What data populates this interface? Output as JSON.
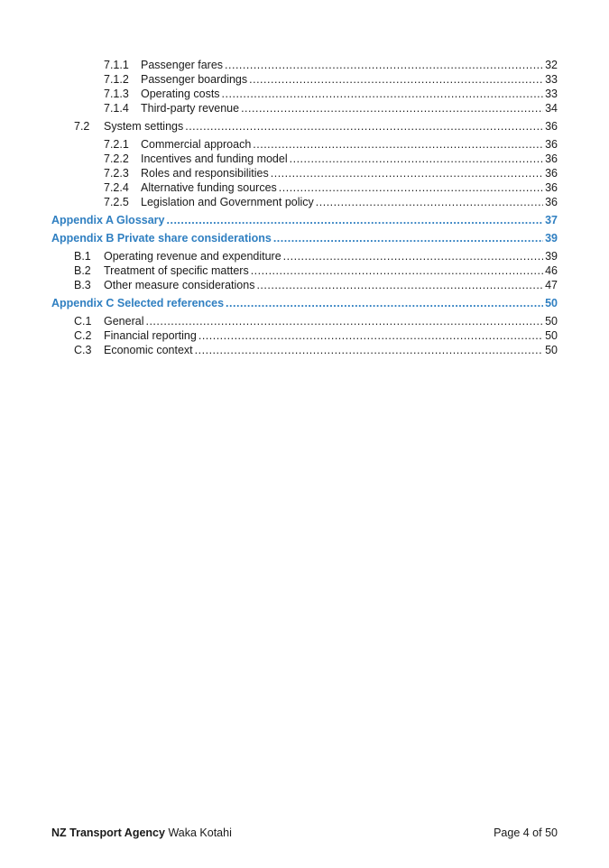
{
  "toc": [
    {
      "level": 3,
      "num": "7.1.1",
      "title": "Passenger fares",
      "page": "32"
    },
    {
      "level": 3,
      "num": "7.1.2",
      "title": "Passenger boardings",
      "page": "33"
    },
    {
      "level": 3,
      "num": "7.1.3",
      "title": "Operating costs",
      "page": "33"
    },
    {
      "level": 3,
      "num": "7.1.4",
      "title": "Third-party revenue",
      "page": "34"
    },
    {
      "level": 2,
      "num": "7.2",
      "title": "System settings",
      "page": "36"
    },
    {
      "level": 3,
      "num": "7.2.1",
      "title": "Commercial approach",
      "page": "36"
    },
    {
      "level": 3,
      "num": "7.2.2",
      "title": "Incentives and funding model",
      "page": "36"
    },
    {
      "level": 3,
      "num": "7.2.3",
      "title": "Roles and responsibilities",
      "page": "36"
    },
    {
      "level": 3,
      "num": "7.2.4",
      "title": "Alternative funding sources",
      "page": "36"
    },
    {
      "level": 3,
      "num": "7.2.5",
      "title": "Legislation and Government policy",
      "page": "36"
    },
    {
      "level": 1,
      "num": "",
      "title": "Appendix A Glossary",
      "page": "37"
    },
    {
      "level": 1,
      "num": "",
      "title": "Appendix B Private share considerations",
      "page": "39"
    },
    {
      "level": 2,
      "num": "B.1",
      "title": "Operating revenue and expenditure",
      "page": "39"
    },
    {
      "level": 2,
      "num": "B.2",
      "title": "Treatment of specific matters",
      "page": "46"
    },
    {
      "level": 2,
      "num": "B.3",
      "title": "Other measure considerations",
      "page": "47"
    },
    {
      "level": 1,
      "num": "",
      "title": "Appendix C Selected references",
      "page": "50"
    },
    {
      "level": 2,
      "num": "C.1",
      "title": "General",
      "page": "50"
    },
    {
      "level": 2,
      "num": "C.2",
      "title": "Financial reporting",
      "page": "50"
    },
    {
      "level": 2,
      "num": "C.3",
      "title": "Economic context",
      "page": "50"
    }
  ],
  "footer": {
    "org_bold": "NZ Transport Agency",
    "org_rest": "Waka Kotahi",
    "page_label": "Page 4 of 50"
  },
  "colors": {
    "heading": "#2f7fc1",
    "text": "#1a1a1a"
  }
}
